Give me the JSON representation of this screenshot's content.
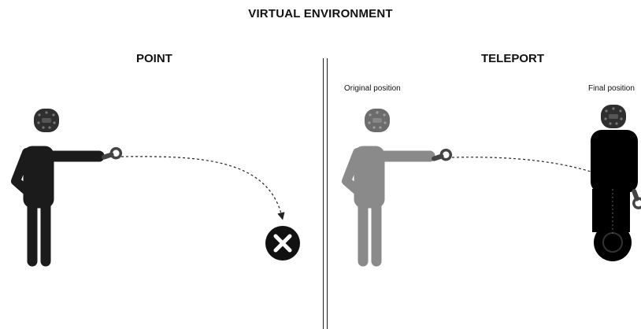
{
  "header": {
    "title": "VIRTUAL ENVIRONMENT"
  },
  "panels": {
    "point": {
      "title": "POINT"
    },
    "teleport": {
      "title": "TELEPORT",
      "original_label": "Original position",
      "final_label": "Final position"
    }
  },
  "icons": {
    "headset": "vr-headset-icon",
    "controller": "vr-controller-icon",
    "invalid_target": "x-circle-icon"
  },
  "colors": {
    "figure_dark": "#1b1b1b",
    "figure_ghost": "#8a8a8a",
    "headset": "#333333",
    "text": "#111111"
  }
}
